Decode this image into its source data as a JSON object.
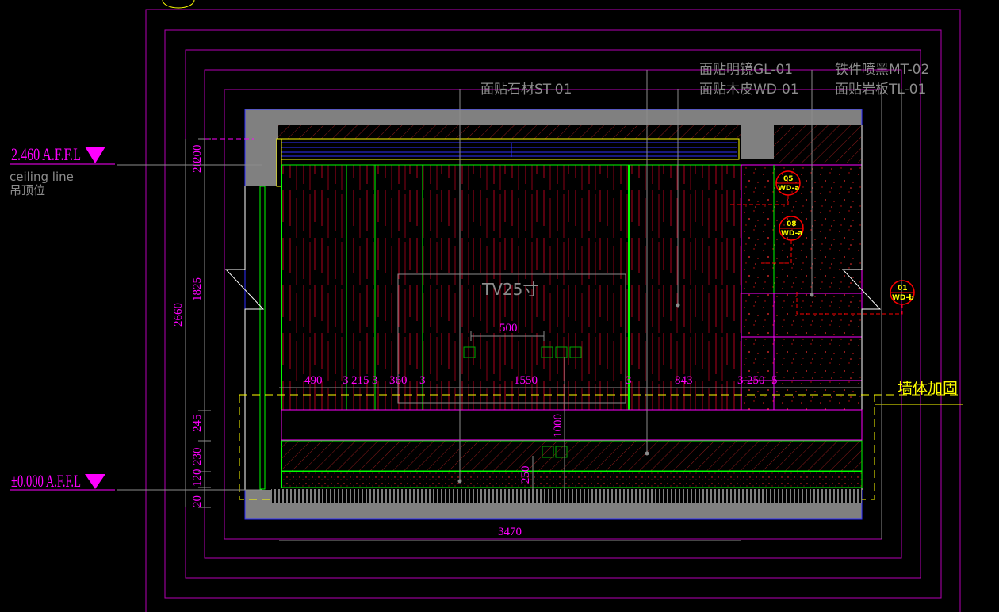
{
  "levels": {
    "ceiling_value": "2.460 A.F.F.L",
    "ceiling_label_en": "ceiling line",
    "ceiling_label_cn": "吊顶位",
    "floor_value": "±0.000 A.F.F.L"
  },
  "materials": {
    "stone": "面贴石材ST-01",
    "mirror": "面贴明镜GL-01",
    "veneer": "面贴木皮WD-01",
    "iron": "铁件喷黑MT-02",
    "rockboard": "面贴岩板TL-01"
  },
  "tv_label": "TV25寸",
  "wall_note": "墙体加固",
  "detail_tags": [
    {
      "num": "05",
      "code": "WD-a"
    },
    {
      "num": "08",
      "code": "WD-a"
    },
    {
      "num": "01",
      "code": "WD-b"
    }
  ],
  "dims_left": {
    "top": "200",
    "top_b": "20",
    "mid": "1825",
    "total": "2660",
    "d245": "245",
    "d230": "230",
    "d120": "120",
    "d20": "20"
  },
  "dims_row": {
    "d490": "490",
    "d3a": "3",
    "d215": "215",
    "d3b": "3",
    "d360": "360",
    "d3c": "3",
    "d1550": "1550",
    "d3d": "3",
    "d843": "843",
    "d3e": "3",
    "d250": "250",
    "d5": "5"
  },
  "dims_misc": {
    "d500": "500",
    "d1000": "1000",
    "d250v": "250",
    "d3470": "3470"
  },
  "colors": {
    "frame": "#ff00ff",
    "wall": "#808080",
    "panel": "#00ff00",
    "stripes": "#a0001c",
    "note": "#ffff00",
    "tag": "#ff0000"
  }
}
